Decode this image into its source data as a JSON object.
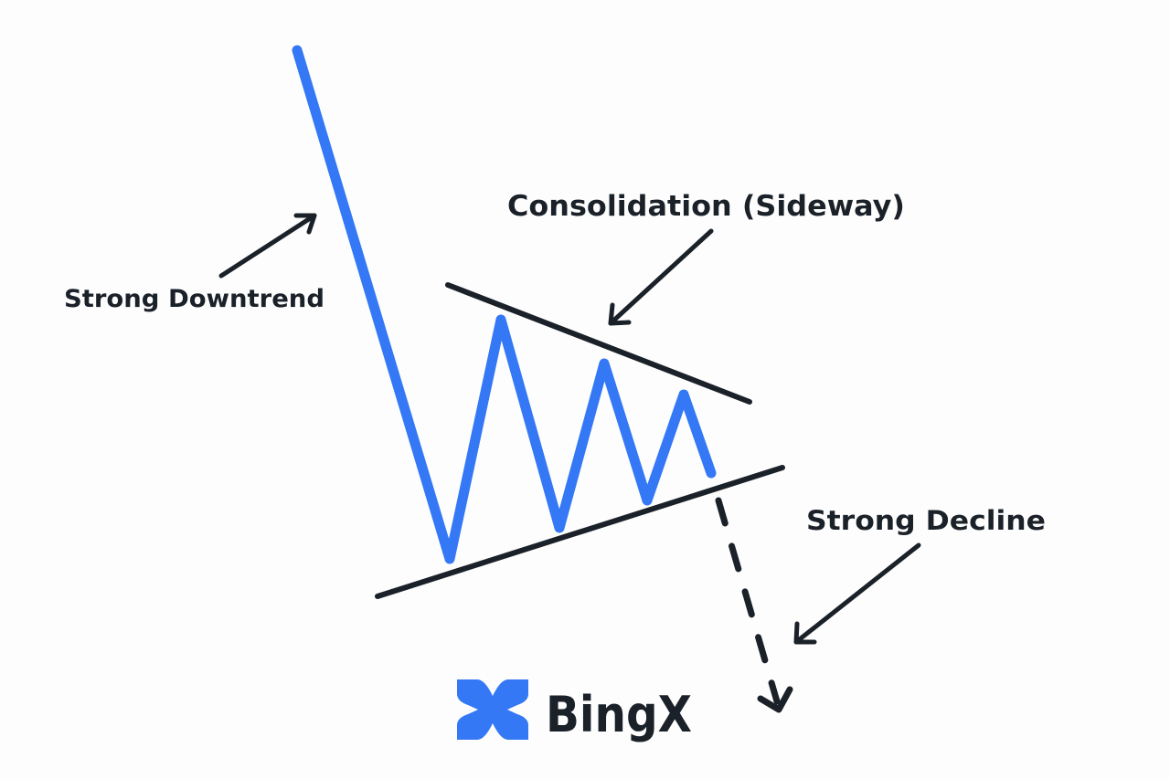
{
  "labels": {
    "consolidation": "Consolidation (Sideway)",
    "downtrend": "Strong Downtrend",
    "decline": "Strong Decline"
  },
  "logo": {
    "text": "BingX"
  },
  "colors": {
    "price_line": "#3478f6",
    "ink": "#1b2129",
    "logo_blue": "#3478f6"
  }
}
